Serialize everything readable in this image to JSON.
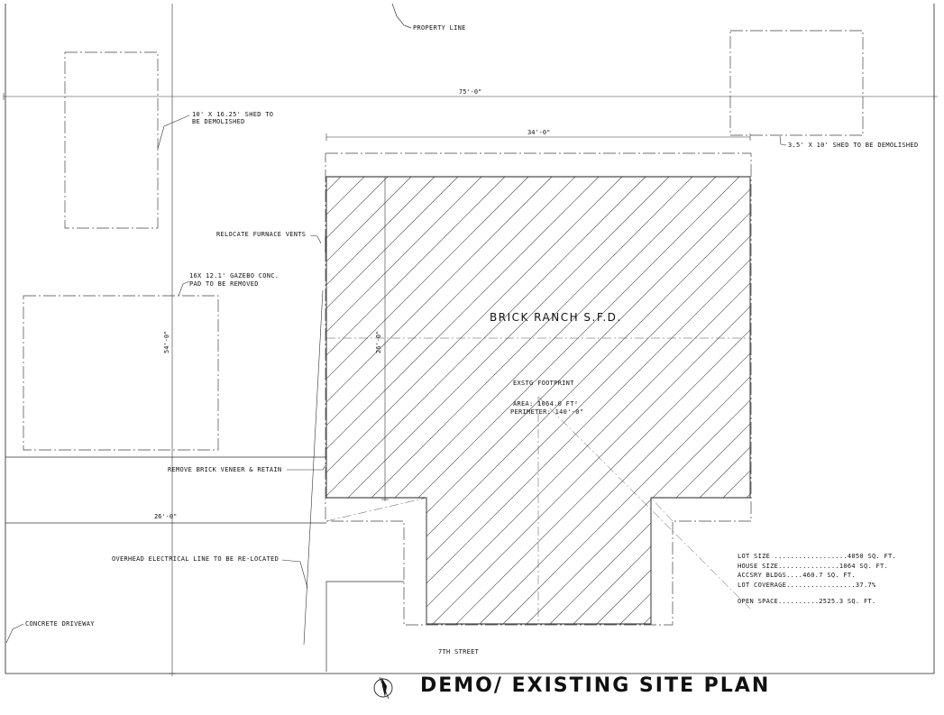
{
  "title": "DEMO/ EXISTING SITE PLAN",
  "north_arrow_icon": "north-arrow-icon",
  "dimensions": {
    "lot_width": "75'-0\"",
    "house_width": "34'-0\"",
    "house_depth": "26'-0\"",
    "lot_depth": "54'-0\"",
    "driveway_width": "26'-0\""
  },
  "labels": {
    "property_line": "PROPERTY LINE",
    "shed1_line1": "10' X 16.25' SHED TO",
    "shed1_line2": "BE DEMOLISHED",
    "shed2": "3.5' X 10' SHED TO BE DEMOLISHED",
    "furnace": "RELOCATE FURNACE VENTS",
    "gazebo_line1": "16X 12.1' GAZEBO CONC.",
    "gazebo_line2": "PAD TO BE REMOVED",
    "house": "BRICK RANCH S.F.D.",
    "footprint_title": "EXSTG FOOTPRINT",
    "footprint_area": "AREA: 1064.0 FT²",
    "footprint_perimeter": "PERIMETER: 140'-0\"",
    "brick_veneer": "REMOVE BRICK VENEER & RETAIN",
    "electrical": "OVERHEAD ELECTRICAL LINE TO BE RE-LOCATED",
    "driveway": "CONCRETE DRIVEWAY",
    "street": "7TH STREET"
  },
  "site_data": {
    "lot_size": "LOT SIZE ..................4050 SQ. FT.",
    "house_size": "HOUSE SIZE...............1064 SQ. FT.",
    "accessory": "ACCSRY BLDGS....460.7 SQ. FT.",
    "coverage": "LOT COVERAGE.................37.7%",
    "open_space": "OPEN SPACE..........2525.3 SQ. FT."
  }
}
